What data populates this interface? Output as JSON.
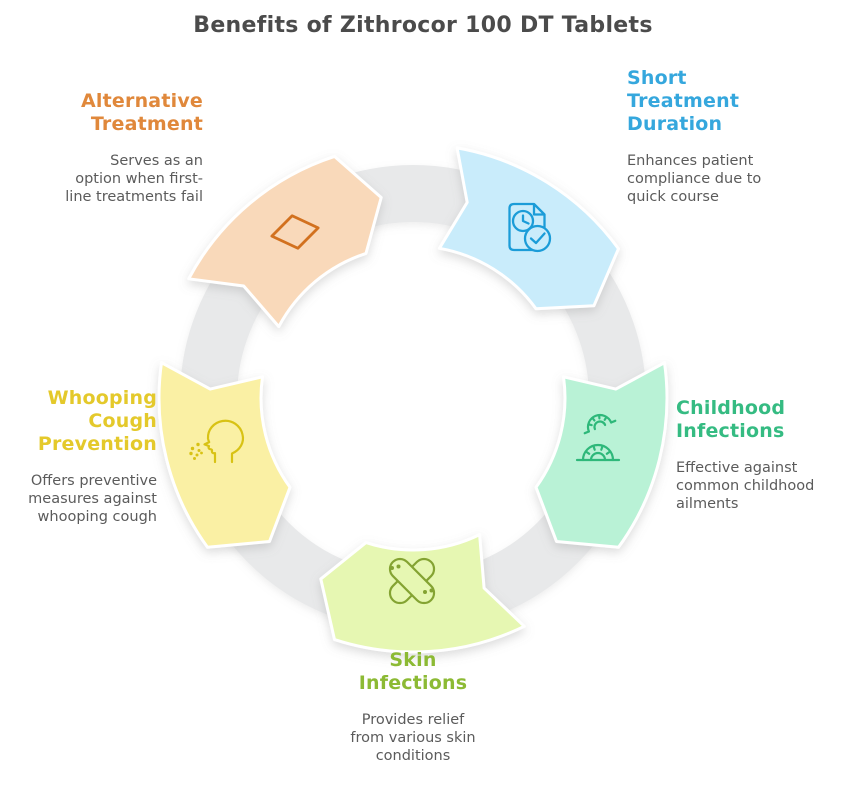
{
  "title": {
    "text": "Benefits of Zithrocor 100 DT Tablets",
    "color": "#4b4b4b"
  },
  "diagram": {
    "ring_color": "#e8e9ea",
    "background": "#ffffff"
  },
  "body_text_color": "#5b5b5b",
  "items": [
    {
      "id": "alternative-treatment",
      "heading": "Alternative\nTreatment",
      "body": "Serves as an\noption when first-\nline treatments fail",
      "heading_color": "#e0883b",
      "fill_color": "#f9d9ba",
      "icon_color": "#d2711f",
      "icon": "diamond-icon"
    },
    {
      "id": "short-treatment-duration",
      "heading": "Short\nTreatment\nDuration",
      "body": "Enhances patient\ncompliance due to\nquick course",
      "heading_color": "#35a7dd",
      "fill_color": "#c9ecfb",
      "icon_color": "#1b9cd8",
      "icon": "document-clock-check-icon"
    },
    {
      "id": "childhood-infections",
      "heading": "Childhood\nInfections",
      "body": "Effective against\ncommon childhood\nailments",
      "heading_color": "#35bb82",
      "fill_color": "#b9f2d6",
      "icon_color": "#2eb87a",
      "icon": "gauges-icon"
    },
    {
      "id": "skin-infections",
      "heading": "Skin\nInfections",
      "body": "Provides relief\nfrom various skin\nconditions",
      "heading_color": "#8cba34",
      "fill_color": "#e6f7b2",
      "icon_color": "#84a332",
      "icon": "crossed-bandages-icon"
    },
    {
      "id": "whooping-cough-prevention",
      "heading": "Whooping\nCough\nPrevention",
      "body": "Offers preventive\nmeasures against\nwhooping cough",
      "heading_color": "#e4c92b",
      "fill_color": "#faf0a4",
      "icon_color": "#d8c214",
      "icon": "coughing-head-icon"
    }
  ]
}
